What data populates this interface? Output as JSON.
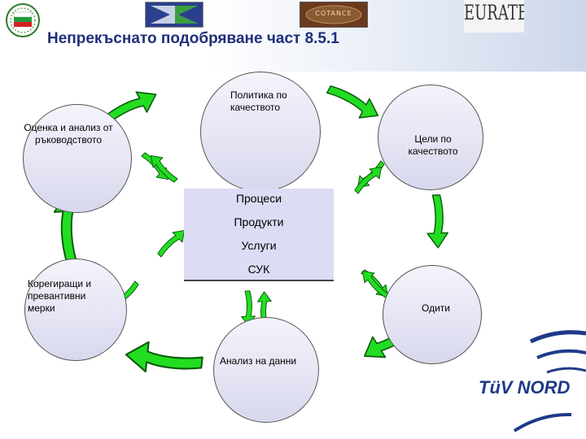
{
  "title": "Непрекъснато подобряване част 8.5.1",
  "logos": {
    "cotance": "COTANCE",
    "euratex": "EURATEX",
    "tuv": "TüV NORD"
  },
  "nodes": {
    "policy": [
      "Политика по",
      "качеството"
    ],
    "assessment": [
      "Оценка и анализ от",
      "ръководството"
    ],
    "goals": [
      "Цели по",
      "качеството"
    ],
    "corrective": [
      "Корегиращи и",
      "превантивни",
      "мерки"
    ],
    "audits": [
      "Одити"
    ],
    "analysis": [
      "Анализ на данни"
    ]
  },
  "center": {
    "lines": [
      "Процеси",
      "Продукти",
      "Услуги",
      "СУК"
    ]
  },
  "colors": {
    "title": "#1f2f7a",
    "arrow_fill": "#22dd22",
    "arrow_stroke": "#0a5a0a",
    "node_fill": "#e8e8f6",
    "center_fill": "#dcdcf4"
  }
}
